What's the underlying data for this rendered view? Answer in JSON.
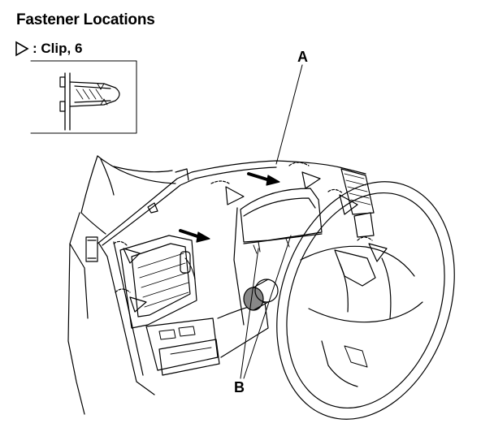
{
  "diagram": {
    "title": "Fastener Locations",
    "legend": {
      "symbol": "triangle-outline-icon",
      "label": ": Clip, 6"
    },
    "callouts": {
      "a": "A",
      "b": "B"
    }
  },
  "colors": {
    "ink": "#000000",
    "paper": "#ffffff",
    "shade": "#888888"
  }
}
